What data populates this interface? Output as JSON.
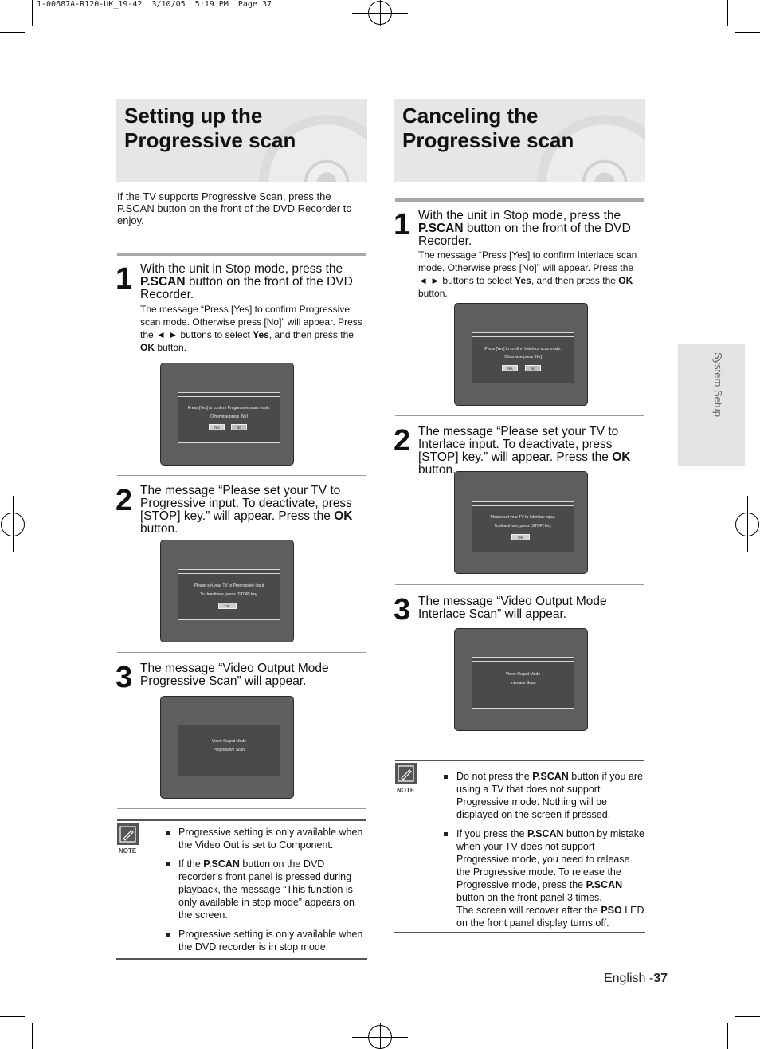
{
  "print_header": "1-00687A-R120-UK_19-42  3/10/05  5:19 PM  Page 37",
  "left": {
    "title": "Setting up the Progressive scan",
    "intro": "If the TV supports Progressive Scan, press the P.SCAN button on the front of the DVD Recorder to enjoy.",
    "steps": [
      {
        "num": "1",
        "main_a": "With the unit in Stop mode, press the ",
        "main_b": "P.SCAN",
        "main_c": " button on the front of the DVD Recorder.",
        "sub_a": "The message “Press [Yes] to confirm Progressive scan mode. Otherwise press [No]” will appear. Press the ◄ ► buttons to select ",
        "sub_b": "Yes",
        "sub_c": ", and then press the ",
        "sub_d": "OK",
        "sub_e": " button.",
        "screen": {
          "line1": "Press [Yes] to confirm Progressive scan mode.",
          "line2": "Otherwise press [No]",
          "yes": "Yes",
          "no": "No"
        }
      },
      {
        "num": "2",
        "main_a": "The message “Please set your TV to Progressive input. To deactivate, press [STOP] key.” will appear. Press the ",
        "main_b": "OK",
        "main_c": " button.",
        "screen": {
          "line1": "Please set your TV to Progressive input",
          "line2": "To deactivate, press [STOP] key.",
          "ok": "OK"
        }
      },
      {
        "num": "3",
        "main_a": "The message “Video Output Mode Progressive Scan” will appear.",
        "screen": {
          "line1": "Video Output Mode",
          "line2": "Progressive Scan"
        }
      }
    ],
    "note_label": "NOTE",
    "notes": [
      {
        "a": "Progressive setting is only available when the Video Out is set to Component."
      },
      {
        "a": "If the ",
        "b": "P.SCAN",
        "c": " button on the DVD recorder’s front panel is pressed during playback, the message “This function is only available in stop mode” appears on the screen."
      },
      {
        "a": "Progressive setting is only available when the DVD recorder is in stop mode."
      }
    ]
  },
  "right": {
    "title": "Canceling the Progressive scan",
    "steps": [
      {
        "num": "1",
        "main_a": "With the unit in Stop mode, press the ",
        "main_b": "P.SCAN",
        "main_c": " button on the front of the DVD Recorder.",
        "sub_a": "The message “Press [Yes] to confirm Interlace scan mode. Otherwise press [No]” will appear. Press the ◄ ► buttons to select ",
        "sub_b": "Yes",
        "sub_c": ", and then press the ",
        "sub_d": "OK",
        "sub_e": " button.",
        "screen": {
          "line1": "Press [Yes] to confirm Interlace scan mode.",
          "line2": "Otherwise press [No]",
          "yes": "Yes",
          "no": "No"
        }
      },
      {
        "num": "2",
        "main_a": "The message “Please set your TV to Interlace input. To deactivate, press [STOP] key.” will appear. Press the ",
        "main_b": "OK",
        "main_c": " button.",
        "screen": {
          "line1": "Please set your TV to Interlace input,",
          "line2": "To deactivate, press [STOP] key.",
          "ok": "OK"
        }
      },
      {
        "num": "3",
        "main_a": "The message “Video Output Mode Interlace Scan” will appear.",
        "screen": {
          "line1": "Video Output Mode",
          "line2": "Interlace Scan"
        }
      }
    ],
    "note_label": "NOTE",
    "notes": [
      {
        "a": "Do not press the ",
        "b": "P.SCAN",
        "c": " button if you are using a TV that does not support Progressive mode. Nothing will be displayed on the screen if pressed."
      },
      {
        "a": "If you press the ",
        "b": "P.SCAN",
        "c": " button by mistake when your TV does not support Progressive mode, you need to release the Progressive mode. To release the Progressive mode, press the ",
        "d": "P.SCAN",
        "e": " button on the front panel 3 times.",
        "f": "The screen will recover after the ",
        "g": "PSO",
        "h": " LED on the front panel display turns off."
      }
    ]
  },
  "side_tab": "System Setup",
  "footer": {
    "prefix": "English -",
    "page": "37"
  },
  "colors": {
    "title_bg": "#e6e6e6",
    "screen_bg": "#5e5e5e",
    "dialog_bg": "#4a4a4a",
    "side_tab_bg": "#e3e3e3"
  }
}
